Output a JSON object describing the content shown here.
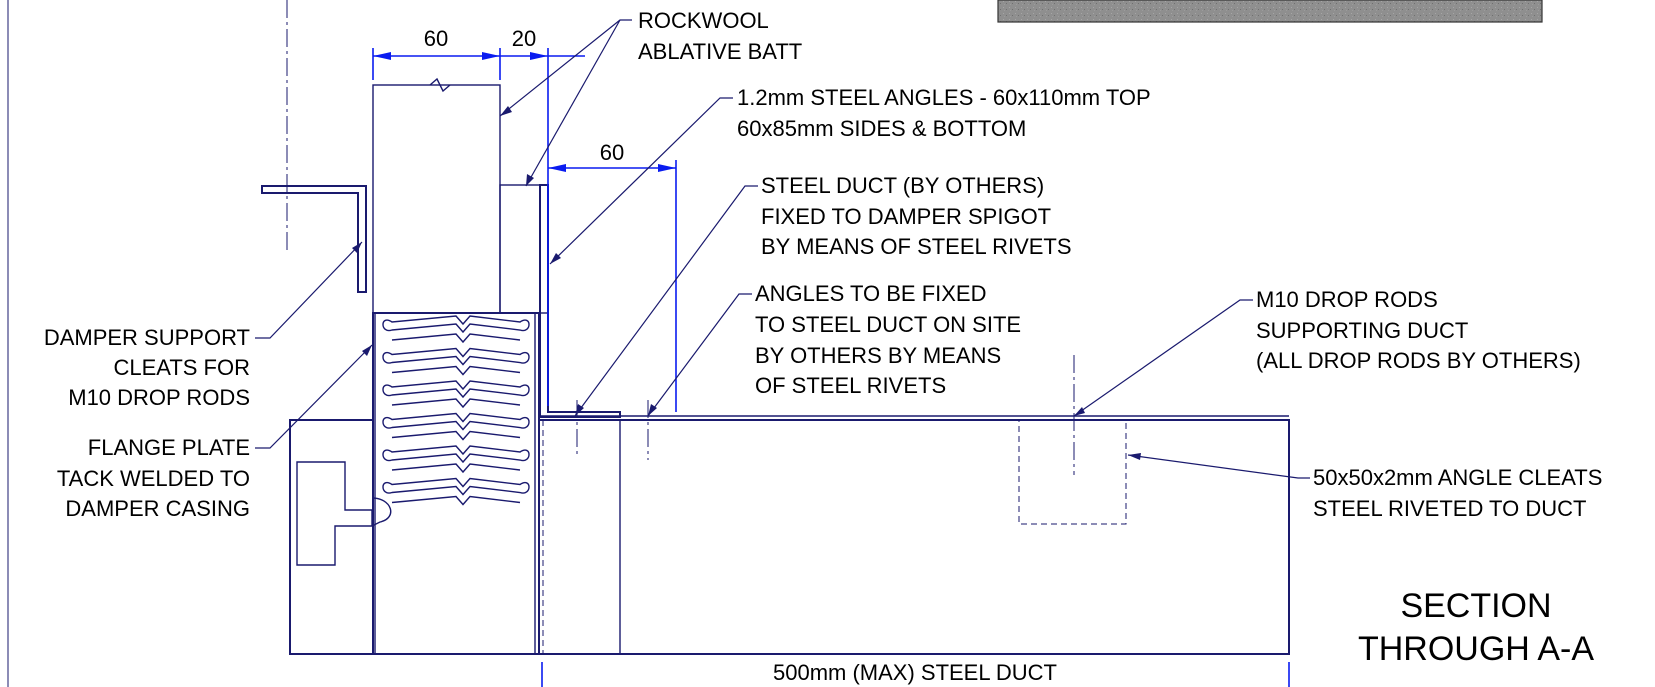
{
  "colors": {
    "line": "#1a1a6e",
    "dimension": "#0a1cf0",
    "text": "#000000",
    "panel_fill": "#8c8c8c"
  },
  "dimensions": {
    "d60_top": "60",
    "d20": "20",
    "d60_angle": "60",
    "duct": "500mm (MAX) STEEL DUCT"
  },
  "labels": {
    "rockwool": [
      "ROCKWOOL",
      "ABLATIVE BATT"
    ],
    "steel_angles": [
      "1.2mm STEEL ANGLES - 60x110mm TOP",
      "60x85mm SIDES & BOTTOM"
    ],
    "steel_duct": [
      "STEEL DUCT (BY OTHERS)",
      "FIXED TO DAMPER SPIGOT",
      "BY MEANS OF STEEL RIVETS"
    ],
    "angles_fixed": [
      "ANGLES TO BE FIXED",
      "TO STEEL DUCT ON SITE",
      "BY OTHERS BY MEANS",
      "OF STEEL RIVETS"
    ],
    "drop_rods": [
      "M10 DROP RODS",
      "SUPPORTING DUCT",
      "(ALL DROP RODS BY OTHERS)"
    ],
    "damper_support": [
      "DAMPER SUPPORT",
      "CLEATS FOR",
      "M10 DROP RODS"
    ],
    "flange_plate": [
      "FLANGE PLATE",
      "TACK WELDED TO",
      "DAMPER CASING"
    ],
    "angle_cleats": [
      "50x50x2mm ANGLE CLEATS",
      "STEEL RIVETED TO DUCT"
    ]
  },
  "title": [
    "SECTION",
    "THROUGH A-A"
  ]
}
